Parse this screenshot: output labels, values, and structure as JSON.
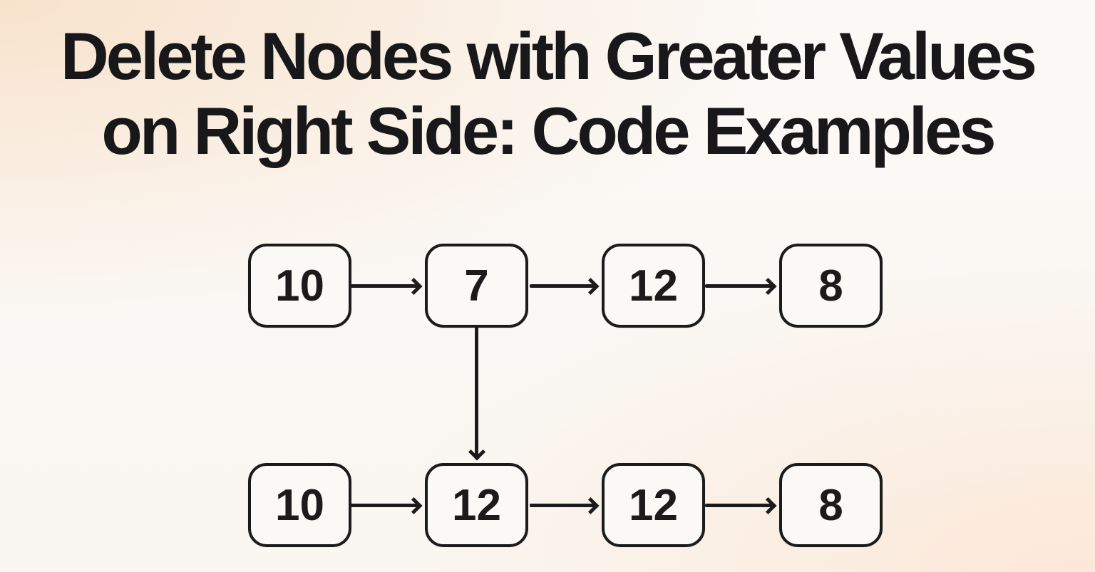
{
  "title": {
    "line1": "Delete Nodes with Greater Values",
    "line2": "on Right Side: Code Examples"
  },
  "diagram": {
    "type": "linked-list-transformation",
    "original_list": {
      "nodes": [
        "10",
        "7",
        "12",
        "8"
      ]
    },
    "result_list": {
      "nodes": [
        "10",
        "12",
        "12",
        "8"
      ]
    },
    "transform_arrow": {
      "from": "original_list.node.7",
      "to": "result_list.node.12",
      "direction": "down"
    },
    "colors": {
      "background_peach": "#f8e1c9",
      "background_white": "#fbf9f6",
      "node_fill": "#fbf9f5",
      "node_border": "#1b1b1b",
      "arrow": "#1b1b1b",
      "title_text": "#18181a"
    }
  }
}
